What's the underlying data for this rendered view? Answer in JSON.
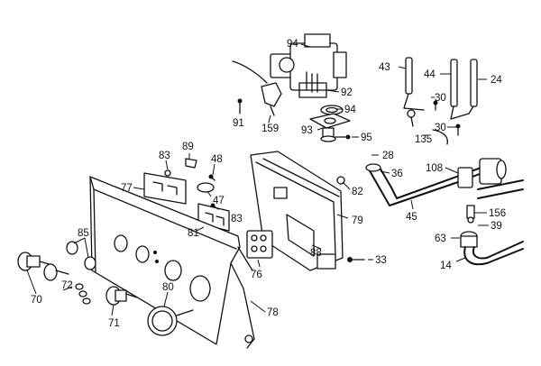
{
  "labels": {
    "p14": "14",
    "p24": "24",
    "p28": "28",
    "p30a": "30",
    "p30b": "30",
    "p33": "33",
    "p36": "36",
    "p39": "39",
    "p43": "43",
    "p44": "44",
    "p45": "45",
    "p47": "47",
    "p48": "48",
    "p63": "63",
    "p70": "70",
    "p71": "71",
    "p72": "72",
    "p76": "76",
    "p77": "77",
    "p78": "78",
    "p79": "79",
    "p80": "80",
    "p81": "81",
    "p82": "82",
    "p83a": "83",
    "p83b": "83",
    "p85": "85",
    "p88": "88",
    "p89": "89",
    "p91": "91",
    "p92": "92",
    "p93": "93",
    "p94a": "94",
    "p94b": "94",
    "p95": "95",
    "p108": "108",
    "p135": "135",
    "p156": "156",
    "p159": "159"
  }
}
